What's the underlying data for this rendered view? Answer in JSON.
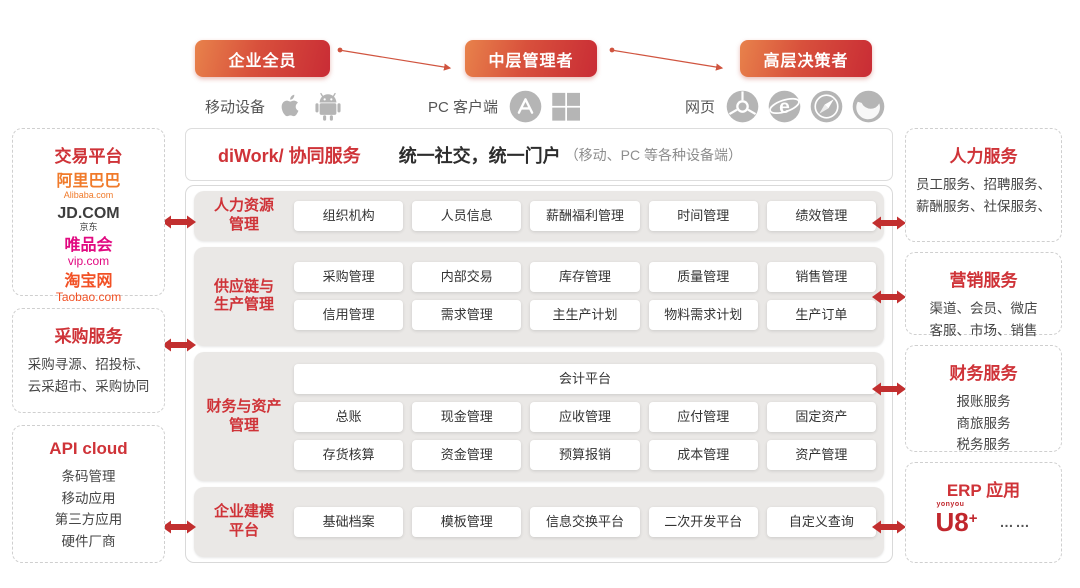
{
  "palette": {
    "red": "#cf3338",
    "arrow_red": "#c22f2f",
    "button_gradient_from": "#e8824b",
    "button_gradient_to": "#c92c35",
    "panel_gray": "#eae8e6",
    "icon_gray": "#b5b5b5"
  },
  "top": {
    "roles": [
      {
        "label": "企业全员"
      },
      {
        "label": "中层管理者"
      },
      {
        "label": "高层决策者"
      }
    ],
    "device_groups": [
      {
        "label": "移动设备",
        "icons": [
          "apple-icon",
          "android-icon"
        ]
      },
      {
        "label": "PC 客户端",
        "icons": [
          "appstore-icon",
          "windows-icon"
        ]
      },
      {
        "label": "网页",
        "icons": [
          "chrome-icon",
          "ie-icon",
          "safari-icon",
          "firefox-icon"
        ]
      }
    ]
  },
  "header": {
    "brand": "diWork/ 协同服务",
    "title": "统一社交，统一门户",
    "subtitle": "（移动、PC 等各种设备端）"
  },
  "main_rows": [
    {
      "label_lines": [
        "人力资源",
        "管理"
      ],
      "chip_rows": [
        [
          "组织机构",
          "人员信息",
          "薪酬福利管理",
          "时间管理",
          "绩效管理"
        ]
      ]
    },
    {
      "label_lines": [
        "供应链与",
        "生产管理"
      ],
      "chip_rows": [
        [
          "采购管理",
          "内部交易",
          "库存管理",
          "质量管理",
          "销售管理"
        ],
        [
          "信用管理",
          "需求管理",
          "主生产计划",
          "物料需求计划",
          "生产订单"
        ]
      ]
    },
    {
      "label_lines": [
        "财务与资产",
        "管理"
      ],
      "chip_rows": [
        [
          "会计平台"
        ],
        [
          "总账",
          "现金管理",
          "应收管理",
          "应付管理",
          "固定资产"
        ],
        [
          "存货核算",
          "资金管理",
          "预算报销",
          "成本管理",
          "资产管理"
        ]
      ]
    },
    {
      "label_lines": [
        "企业建模",
        "平台"
      ],
      "chip_rows": [
        [
          "基础档案",
          "模板管理",
          "信息交换平台",
          "二次开发平台",
          "自定义查询"
        ]
      ]
    }
  ],
  "left_boxes": [
    {
      "title": "交易平台",
      "type": "logos",
      "logos": [
        {
          "name": "alibaba-logo",
          "main": "阿里巴巴",
          "sub": "Alibaba.com",
          "color": "#f07a2a"
        },
        {
          "name": "jd-logo",
          "main": "JD.COM",
          "sub": "京东",
          "color": "#3d3d3d"
        },
        {
          "name": "vip-logo",
          "main": "唯品会",
          "sub": "vip.com",
          "color": "#e10980"
        },
        {
          "name": "taobao-logo",
          "main": "淘宝网",
          "sub": "Taobao.com",
          "color": "#f25024"
        }
      ]
    },
    {
      "title": "采购服务",
      "type": "lines",
      "lines": [
        "采购寻源、招投标、",
        "云采超市、采购协同"
      ]
    },
    {
      "title": "API cloud",
      "type": "lines",
      "lines": [
        "条码管理",
        "移动应用",
        "第三方应用",
        "硬件厂商"
      ]
    }
  ],
  "right_boxes": [
    {
      "title": "人力服务",
      "type": "lines",
      "lines": [
        "员工服务、招聘服务、",
        "薪酬服务、社保服务、"
      ]
    },
    {
      "title": "营销服务",
      "type": "lines",
      "lines": [
        "渠道、会员、微店",
        "客服、市场、销售"
      ]
    },
    {
      "title": "财务服务",
      "type": "lines",
      "lines": [
        "报账服务",
        "商旅服务",
        "税务服务"
      ]
    },
    {
      "title": "ERP 应用",
      "type": "erp",
      "erp": {
        "brand": "yonyou",
        "logo": "U8",
        "sup": "+",
        "dots": "……"
      }
    }
  ]
}
